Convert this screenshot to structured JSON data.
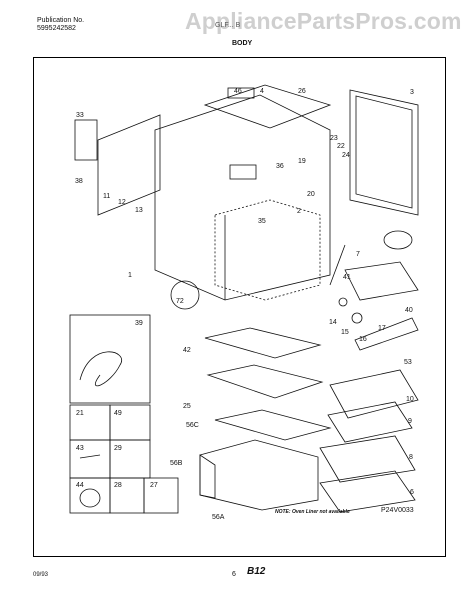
{
  "header": {
    "publication_label": "Publication No.",
    "publication_number": "5995242582",
    "model": "GLF... B",
    "section_title": "BODY",
    "watermark": "AppliancePartsPros.com"
  },
  "diagram": {
    "part_labels": [
      "33",
      "38",
      "11",
      "12",
      "13",
      "46",
      "4",
      "26",
      "3",
      "23",
      "22",
      "24",
      "36",
      "19",
      "20",
      "2",
      "35",
      "1",
      "7",
      "41",
      "72",
      "40",
      "14",
      "15",
      "16",
      "17",
      "39",
      "42",
      "53",
      "10",
      "9",
      "25",
      "56C",
      "8",
      "21",
      "49",
      "56B",
      "43",
      "29",
      "6",
      "44",
      "28",
      "27",
      "56A"
    ]
  },
  "footer": {
    "note": "NOTE: Oven Liner not available",
    "figure_code": "P24V0033",
    "date": "09/93",
    "page_num": "6",
    "page_code": "B12"
  }
}
